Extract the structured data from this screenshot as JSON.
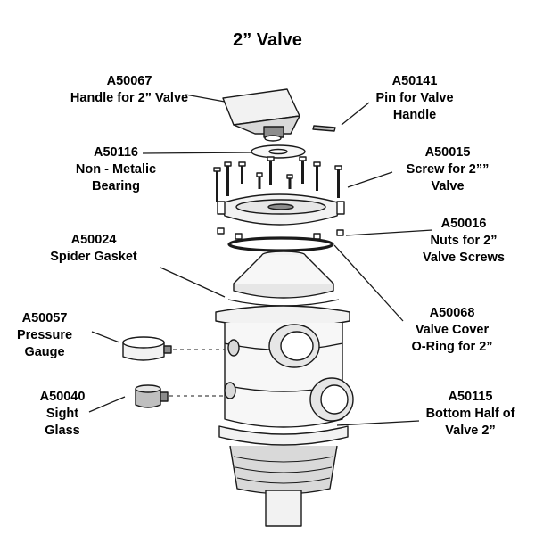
{
  "title": "2” Valve",
  "parts": {
    "a50067": {
      "code": "A50067",
      "name": "Handle for 2” Valve"
    },
    "a50141": {
      "code": "A50141",
      "name1": "Pin for Valve",
      "name2": "Handle"
    },
    "a50116": {
      "code": "A50116",
      "name1": "Non - Metalic",
      "name2": "Bearing"
    },
    "a50015": {
      "code": "A50015",
      "name1": "Screw for 2””",
      "name2": "Valve"
    },
    "a50024": {
      "code": "A50024",
      "name": "Spider Gasket"
    },
    "a50016": {
      "code": "A50016",
      "name1": "Nuts for 2”",
      "name2": "Valve Screws"
    },
    "a50068": {
      "code": "A50068",
      "name1": "Valve Cover",
      "name2": "O-Ring for 2”"
    },
    "a50057": {
      "code": "A50057",
      "name1": "Pressure",
      "name2": "Gauge"
    },
    "a50040": {
      "code": "A50040",
      "name1": "Sight",
      "name2": "Glass"
    },
    "a50115": {
      "code": "A50115",
      "name1": "Bottom Half of",
      "name2": "Valve 2”"
    }
  },
  "colors": {
    "line": "#1a1a1a",
    "light_fill": "#f2f2f2",
    "mid_fill": "#d9d9d9",
    "dark_fill": "#8c8c8c"
  }
}
